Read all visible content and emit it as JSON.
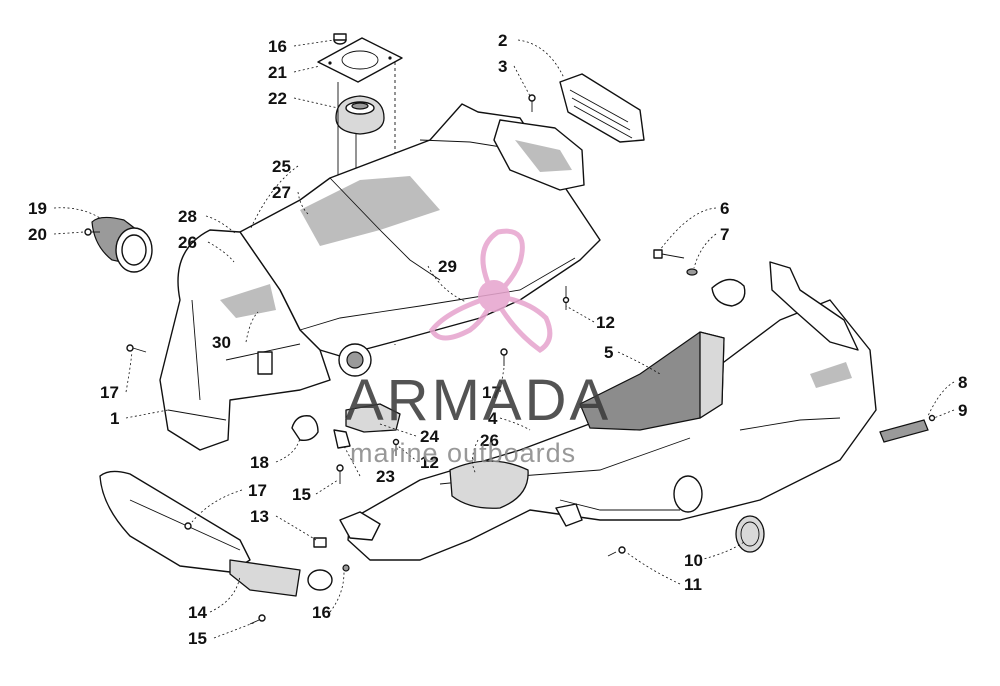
{
  "diagram": {
    "callouts": [
      {
        "id": "c16a",
        "label": "16"
      },
      {
        "id": "c21",
        "label": "21"
      },
      {
        "id": "c22",
        "label": "22"
      },
      {
        "id": "c2",
        "label": "2"
      },
      {
        "id": "c3",
        "label": "3"
      },
      {
        "id": "c25",
        "label": "25"
      },
      {
        "id": "c27",
        "label": "27"
      },
      {
        "id": "c19",
        "label": "19"
      },
      {
        "id": "c20",
        "label": "20"
      },
      {
        "id": "c28",
        "label": "28"
      },
      {
        "id": "c26a",
        "label": "26"
      },
      {
        "id": "c6",
        "label": "6"
      },
      {
        "id": "c7",
        "label": "7"
      },
      {
        "id": "c29",
        "label": "29"
      },
      {
        "id": "c12a",
        "label": "12"
      },
      {
        "id": "c30",
        "label": "30"
      },
      {
        "id": "c5",
        "label": "5"
      },
      {
        "id": "c17a",
        "label": "17"
      },
      {
        "id": "c17b",
        "label": "17"
      },
      {
        "id": "c1",
        "label": "1"
      },
      {
        "id": "c4",
        "label": "4"
      },
      {
        "id": "c8",
        "label": "8"
      },
      {
        "id": "c9",
        "label": "9"
      },
      {
        "id": "c24",
        "label": "24"
      },
      {
        "id": "c12b",
        "label": "12"
      },
      {
        "id": "c26b",
        "label": "26"
      },
      {
        "id": "c18",
        "label": "18"
      },
      {
        "id": "c23",
        "label": "23"
      },
      {
        "id": "c15a",
        "label": "15"
      },
      {
        "id": "c17c",
        "label": "17"
      },
      {
        "id": "c13",
        "label": "13"
      },
      {
        "id": "c10",
        "label": "10"
      },
      {
        "id": "c11",
        "label": "11"
      },
      {
        "id": "c14",
        "label": "14"
      },
      {
        "id": "c16b",
        "label": "16"
      },
      {
        "id": "c15b",
        "label": "15"
      }
    ]
  },
  "watermark": {
    "brand": "ARMADA",
    "tagline": "marine outboards",
    "logo_color": "#e7a6cf",
    "accent_color": "#d27bb5",
    "text_color": "#3c3c3c"
  }
}
